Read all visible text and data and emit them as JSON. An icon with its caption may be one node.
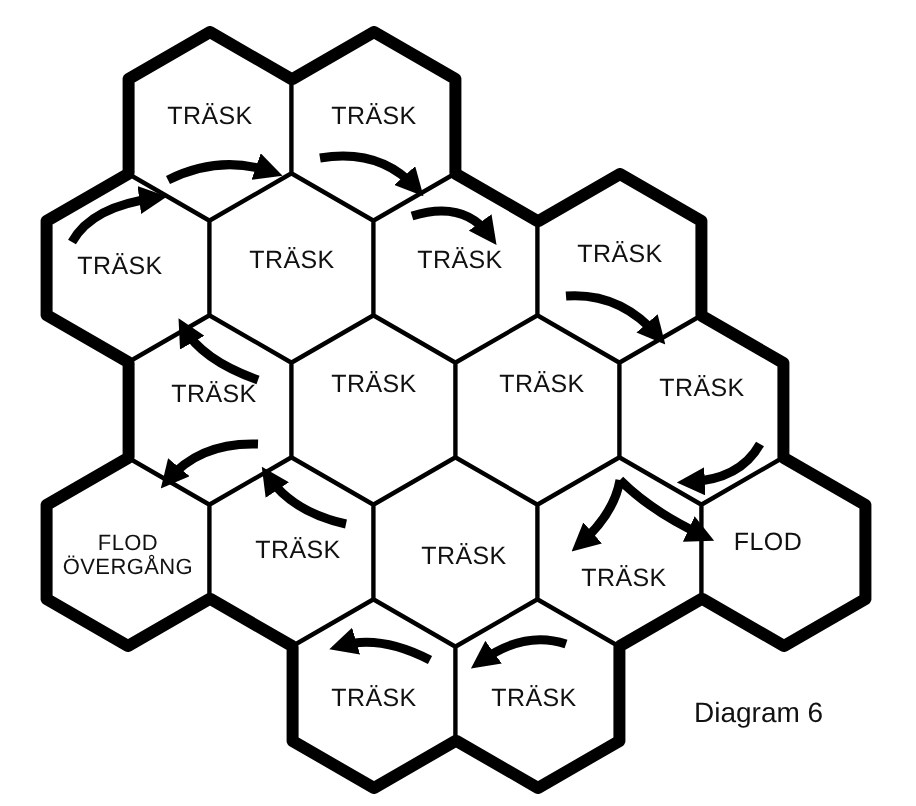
{
  "diagram": {
    "nodes": [
      {
        "text": [
          "TRÄSK"
        ]
      },
      {
        "text": [
          "TRÄSK"
        ]
      },
      {
        "text": [
          "TRÄSK"
        ]
      },
      {
        "text": [
          "TRÄSK"
        ]
      },
      {
        "text": [
          "TRÄSK"
        ]
      },
      {
        "text": [
          "TRÄSK"
        ]
      },
      {
        "text": [
          "TRÄSK"
        ]
      },
      {
        "text": [
          "TRÄSK"
        ]
      },
      {
        "text": [
          "TRÄSK"
        ]
      },
      {
        "text": [
          "TRÄSK"
        ]
      },
      {
        "text": [
          "FLOD ÖVERGÅNG"
        ]
      },
      {
        "text": [
          "TRÄSK"
        ]
      },
      {
        "text": [
          "TRÄSK"
        ]
      },
      {
        "text": [
          "TRÄSK"
        ]
      },
      {
        "text": [
          "FLOD"
        ]
      },
      {
        "text": [
          "TRÄSK"
        ]
      },
      {
        "text": [
          "TRÄSK"
        ]
      }
    ],
    "edges": [
      {
        "from": 2,
        "to": 0,
        "arrow": "to"
      },
      {
        "from": 0,
        "to": 1,
        "arrow": "to"
      },
      {
        "from": 1,
        "to": 4,
        "arrow": "to"
      },
      {
        "from": 4,
        "to": 5,
        "arrow": "to"
      },
      {
        "from": 5,
        "to": 9,
        "arrow": "to"
      },
      {
        "from": 6,
        "to": 2,
        "arrow": "to"
      },
      {
        "from": 6,
        "to": 10,
        "arrow": "to"
      },
      {
        "from": 11,
        "to": 6,
        "arrow": "to"
      },
      {
        "from": 15,
        "to": 11,
        "arrow": "to"
      },
      {
        "from": 9,
        "to": 13,
        "arrow": "to"
      },
      {
        "from": 13,
        "to": 16,
        "arrow": "to"
      },
      {
        "from": 13,
        "to": 14,
        "arrow": "to"
      },
      {
        "from": 16,
        "to": 15,
        "arrow": "to"
      }
    ],
    "labels": [
      "Diagram 6"
    ]
  }
}
